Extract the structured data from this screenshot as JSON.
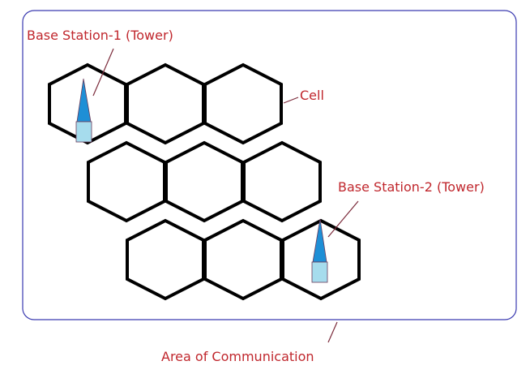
{
  "labels": {
    "base_station_1": "Base Station-1 (Tower)",
    "base_station_2": "Base Station-2 (Tower)",
    "cell": "Cell",
    "area": "Area of Communication"
  },
  "colors": {
    "label": "#c0272d",
    "leader": "#7b2a3a",
    "frame": "#3a3ab0",
    "hex_stroke": "#000000",
    "tower_top": "#1e8fd6",
    "tower_base": "#a6dced",
    "tower_outline": "#6a3a5a"
  },
  "icons": [
    "tower-icon",
    "tower-icon"
  ]
}
